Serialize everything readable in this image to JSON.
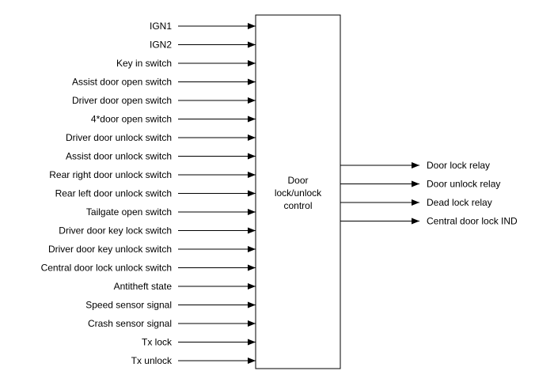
{
  "diagram": {
    "block_label_lines": [
      "Door",
      "lock/unlock",
      "control"
    ],
    "inputs": [
      "IGN1",
      "IGN2",
      "Key in switch",
      "Assist door open switch",
      "Driver door open switch",
      "4*door open switch",
      "Driver door unlock switch",
      "Assist door unlock switch",
      "Rear right door unlock switch",
      "Rear left door unlock switch",
      "Tailgate open switch",
      "Driver door key lock switch",
      "Driver door key unlock switch",
      "Central door lock unlock switch",
      "Antitheft state",
      "Speed sensor signal",
      "Crash sensor signal",
      "Tx lock",
      "Tx unlock"
    ],
    "outputs": [
      "Door lock relay",
      "Door unlock relay",
      "Dead lock relay",
      "Central door lock IND"
    ],
    "colors": {
      "stroke": "#000000",
      "text": "#000000",
      "background": "#ffffff"
    }
  }
}
